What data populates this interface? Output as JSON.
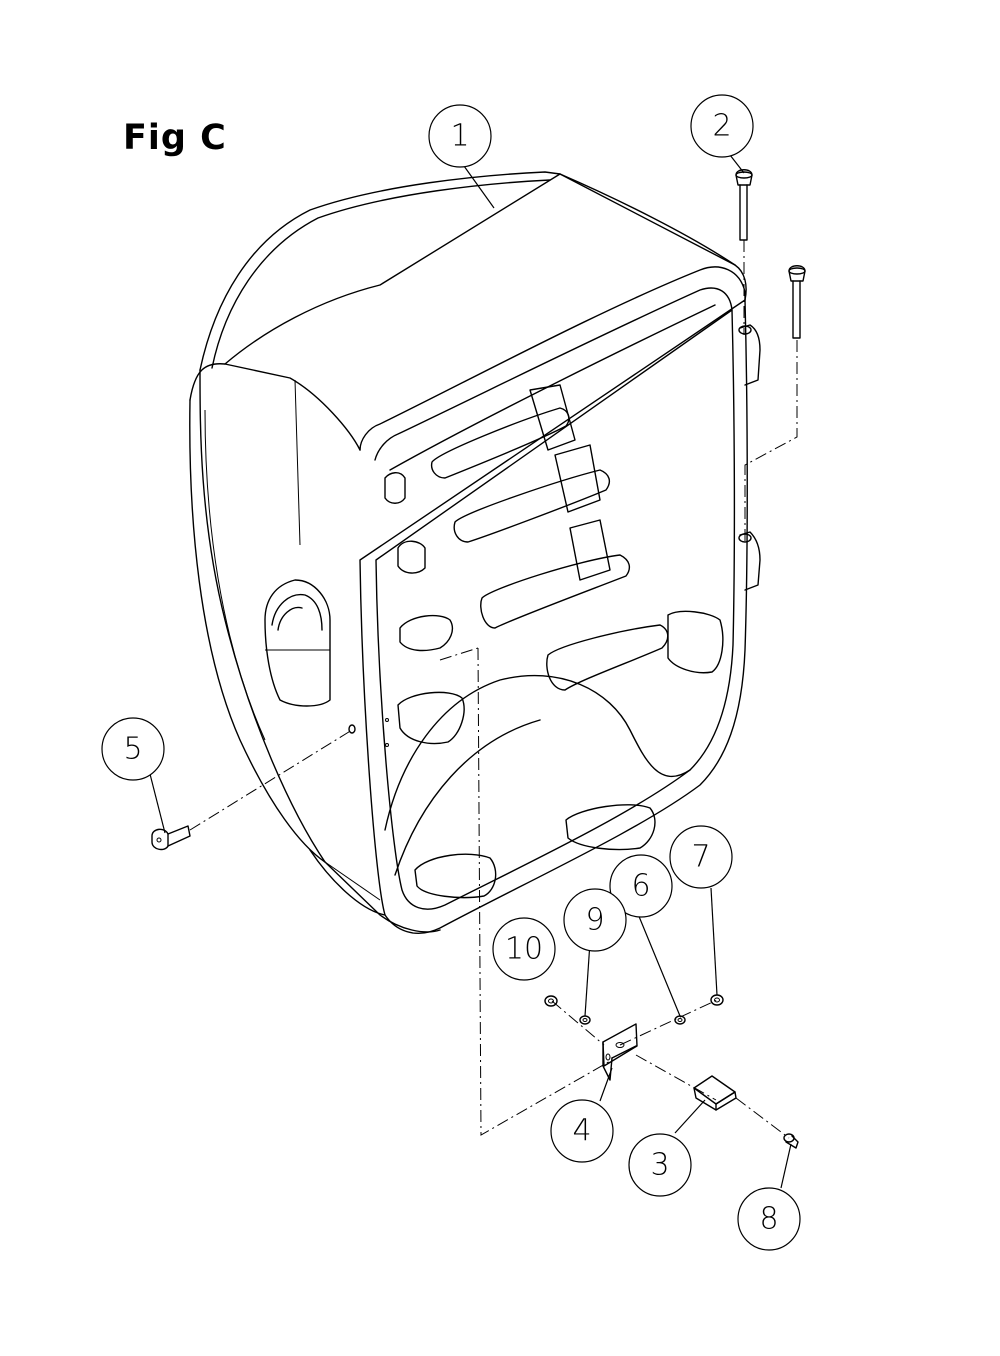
{
  "figure": {
    "title": "Fig C"
  },
  "callouts": [
    {
      "id": "callout-1",
      "label": "1"
    },
    {
      "id": "callout-2",
      "label": "2"
    },
    {
      "id": "callout-3",
      "label": "3"
    },
    {
      "id": "callout-4",
      "label": "4"
    },
    {
      "id": "callout-5",
      "label": "5"
    },
    {
      "id": "callout-6",
      "label": "6"
    },
    {
      "id": "callout-7",
      "label": "7"
    },
    {
      "id": "callout-8",
      "label": "8"
    },
    {
      "id": "callout-9",
      "label": "9"
    },
    {
      "id": "callout-10",
      "label": "10"
    }
  ]
}
